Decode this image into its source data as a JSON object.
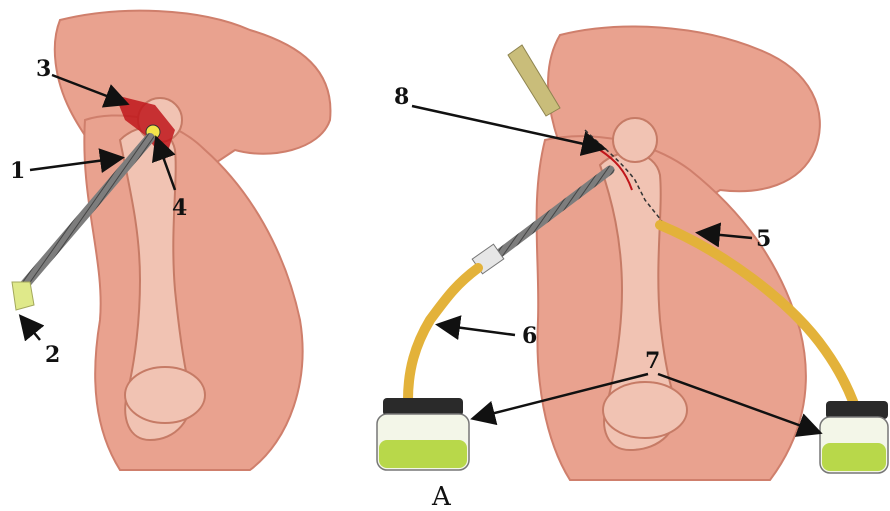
{
  "figure": {
    "caption": "A",
    "colors": {
      "skin": "#e9a28f",
      "skin_dark": "#cf7f6c",
      "bone": "#f1c3b3",
      "tube": "#e3b23a",
      "fluid": "#b8d84a",
      "cap": "#2a2a2a",
      "arrow": "#111111",
      "wound": "#c0161b"
    },
    "left_panel": {
      "labels": {
        "n1": "1",
        "n2": "2",
        "n3": "3",
        "n4": "4"
      }
    },
    "right_panel": {
      "labels": {
        "n5": "5",
        "n6": "6",
        "n7": "7",
        "n8": "8"
      }
    }
  }
}
